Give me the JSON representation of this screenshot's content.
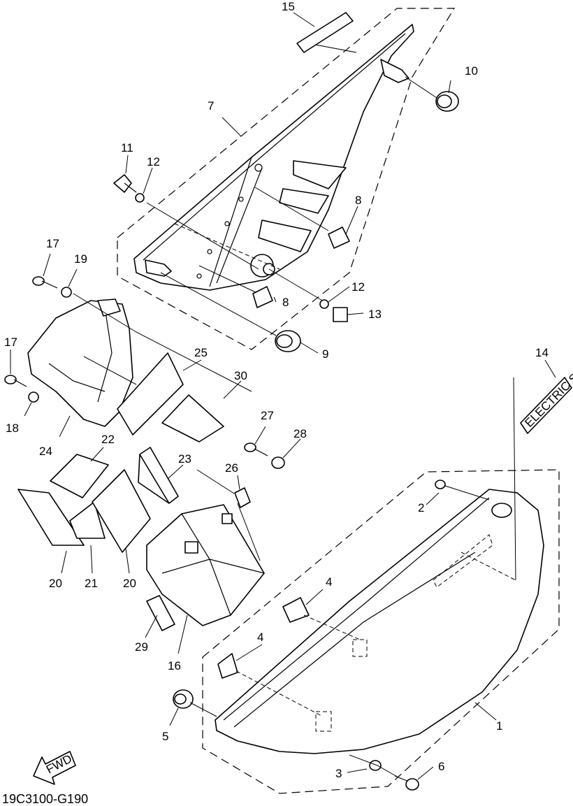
{
  "diagram": {
    "code": "19C3100-G190",
    "fwd_label": "FWD",
    "sticker_text": "ELECTRIC START",
    "callouts": {
      "c1": "1",
      "c2": "2",
      "c3": "3",
      "c4a": "4",
      "c4b": "4",
      "c5": "5",
      "c6": "6",
      "c7": "7",
      "c8a": "8",
      "c8b": "8",
      "c9": "9",
      "c10": "10",
      "c11": "11",
      "c12a": "12",
      "c12b": "12",
      "c13": "13",
      "c14": "14",
      "c15": "15",
      "c16": "16",
      "c17a": "17",
      "c17b": "17",
      "c18": "18",
      "c19": "19",
      "c20a": "20",
      "c20b": "20",
      "c21": "21",
      "c22": "22",
      "c23": "23",
      "c24": "24",
      "c25": "25",
      "c26": "26",
      "c27": "27",
      "c28": "28",
      "c29": "29",
      "c30": "30"
    }
  }
}
